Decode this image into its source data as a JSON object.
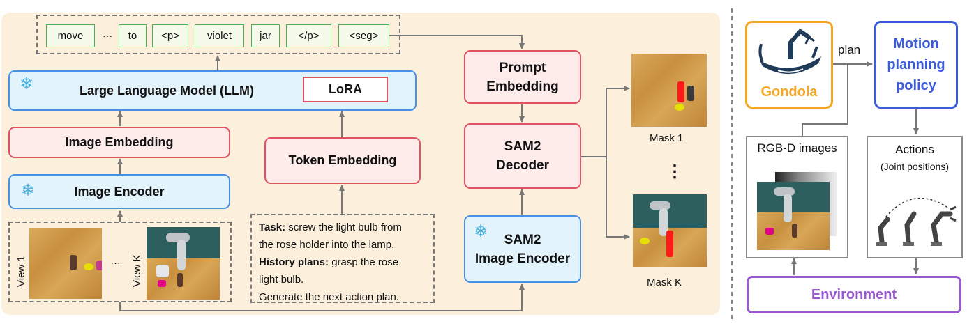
{
  "tokens": [
    "move",
    "…",
    "to",
    "<p>",
    "violet",
    "jar",
    "</p>",
    "<seg>"
  ],
  "llm": {
    "label": "Large Language Model (LLM)",
    "lora": "LoRA"
  },
  "image_embedding": "Image Embedding",
  "image_encoder": "Image Encoder",
  "token_embedding": "Token Embedding",
  "views": {
    "view1": "View 1",
    "ellipsis": "…",
    "viewk": "View K"
  },
  "task": {
    "task_label": "Task:",
    "task_text_1": " screw the light bulb from",
    "task_text_2": "the rose holder into the lamp.",
    "history_label": "History plans:",
    "history_text_1": " grasp the rose",
    "history_text_2": "light bulb.",
    "generate": "Generate the next action plan."
  },
  "prompt_embedding": {
    "line1": "Prompt",
    "line2": "Embedding"
  },
  "sam2_decoder": {
    "line1": "SAM2",
    "line2": "Decoder"
  },
  "sam2_encoder": {
    "line1": "SAM2",
    "line2": "Image Encoder"
  },
  "masks": {
    "mask1": "Mask 1",
    "dots": "⋮",
    "maskk": "Mask K"
  },
  "right": {
    "plan": "plan",
    "gondola": "Gondola",
    "motion": {
      "line1": "Motion",
      "line2": "planning",
      "line3": "policy"
    },
    "rgbd": "RGB-D images",
    "actions": "Actions",
    "joint": "(Joint positions)",
    "environment": "Environment"
  },
  "colors": {
    "blue": "#4a90e2",
    "red": "#e05260",
    "orange": "#f5a623",
    "purple": "#9b59d0",
    "motion_blue": "#3b5bdb"
  }
}
